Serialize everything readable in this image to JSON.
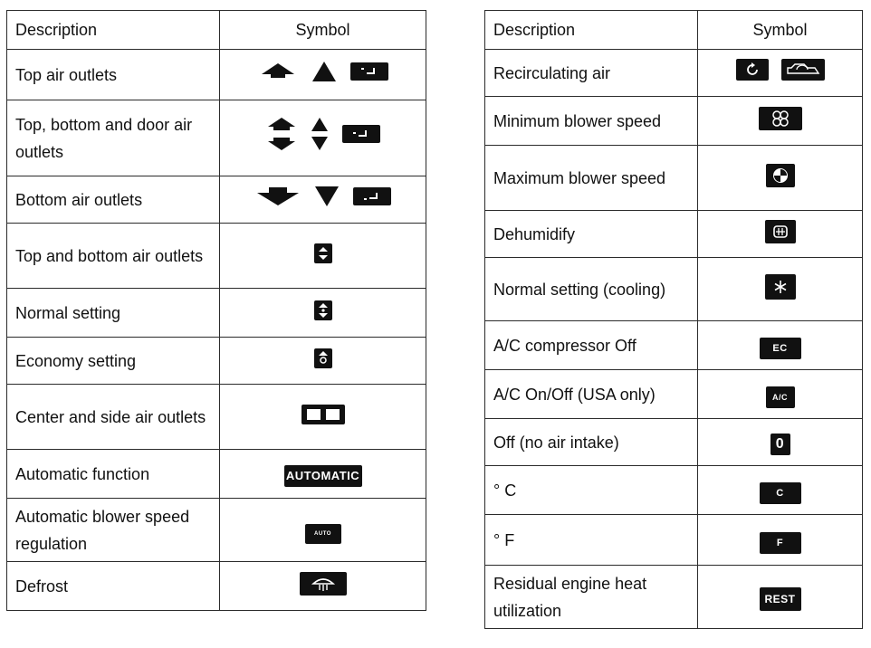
{
  "headers": {
    "description": "Description",
    "symbol": "Symbol"
  },
  "left_rows": [
    {
      "description": "Top air outlets",
      "icon": "top-outlets-icons"
    },
    {
      "description": "Top, bottom and door air outlets",
      "icon": "top-bottom-door-outlets-icons"
    },
    {
      "description": "Bottom air outlets",
      "icon": "bottom-outlets-icons"
    },
    {
      "description": "Top and bottom air outlets",
      "icon": "top-bottom-outlets-icon"
    },
    {
      "description": "Normal setting",
      "icon": "normal-setting-icon"
    },
    {
      "description": "Economy setting",
      "icon": "economy-setting-icon"
    },
    {
      "description": "Center and side air outlets",
      "icon": "center-side-outlets-icon"
    },
    {
      "description": "Automatic function",
      "icon": "automatic-function-icon",
      "label": "AUTOMATIC"
    },
    {
      "description": "Automatic blower speed regulation",
      "icon": "auto-blower-icon",
      "label": "AUTO"
    },
    {
      "description": "Defrost",
      "icon": "defrost-icon"
    }
  ],
  "right_rows": [
    {
      "description": "Recirculating air",
      "icon": "recirculating-air-icons"
    },
    {
      "description": "Minimum blower speed",
      "icon": "min-blower-icon"
    },
    {
      "description": "Maximum blower speed",
      "icon": "max-blower-icon"
    },
    {
      "description": "Dehumidify",
      "icon": "dehumidify-icon"
    },
    {
      "description": "Normal setting (cooling)",
      "icon": "cooling-icon"
    },
    {
      "description": "A/C compressor Off",
      "icon": "ac-compressor-off-icon",
      "label": "EC"
    },
    {
      "description": "A/C On/Off (USA only)",
      "icon": "ac-on-off-icon",
      "label": "A/C"
    },
    {
      "description": "Off (no air intake)",
      "icon": "off-no-intake-icon",
      "label": "0"
    },
    {
      "description": "° C",
      "icon": "celsius-icon",
      "label": "C"
    },
    {
      "description": "° F",
      "icon": "fahrenheit-icon",
      "label": "F"
    },
    {
      "description": "Residual engine heat utilization",
      "icon": "rest-icon",
      "label": "REST"
    }
  ],
  "colors": {
    "ink": "#111111",
    "border": "#2b2b2b",
    "background": "#ffffff"
  }
}
